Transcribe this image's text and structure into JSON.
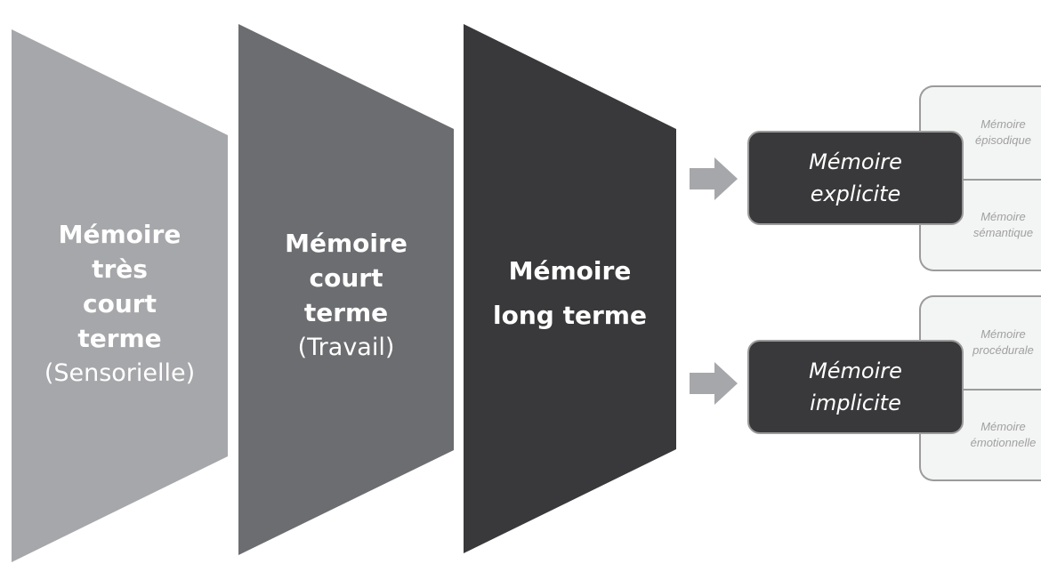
{
  "stages": [
    {
      "title": "Mémoire très court terme",
      "subtitle": "(Sensorielle)",
      "color": "#a6a7aa"
    },
    {
      "title": "Mémoire court terme",
      "subtitle": "(Travail)",
      "color": "#6c6d70"
    },
    {
      "title": "Mémoire long terme",
      "subtitle": "",
      "color": "#39393b"
    }
  ],
  "branches": [
    {
      "label": "Mémoire explicite",
      "subtypes": [
        "Mémoire épisodique",
        "Mémoire sémantique"
      ]
    },
    {
      "label": "Mémoire implicite",
      "subtypes": [
        "Mémoire procédurale",
        "Mémoire émotionnelle"
      ]
    }
  ],
  "colors": {
    "arrow": "#a6a7aa",
    "box_border": "#9b9b9b",
    "light_fill": "#f3f4f4"
  }
}
